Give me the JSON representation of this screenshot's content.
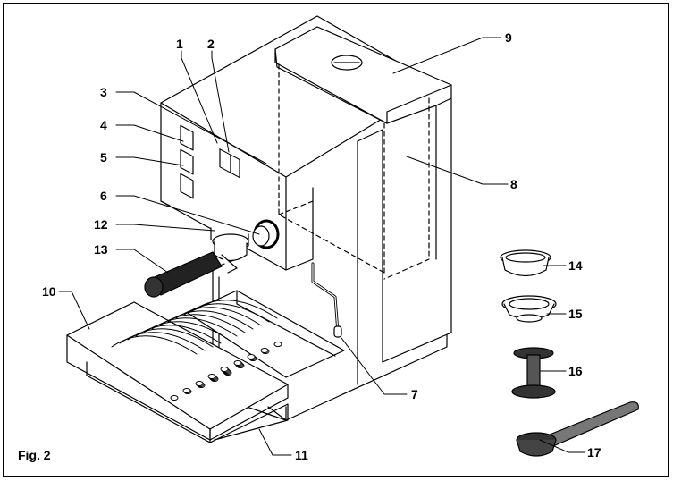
{
  "figure_label": "Fig. 2",
  "callouts": {
    "c1": "1",
    "c2": "2",
    "c3": "3",
    "c4": "4",
    "c5": "5",
    "c6": "6",
    "c7": "7",
    "c8": "8",
    "c9": "9",
    "c10": "10",
    "c11": "11",
    "c12": "12",
    "c13": "13",
    "c14": "14",
    "c15": "15",
    "c16": "16",
    "c17": "17"
  }
}
